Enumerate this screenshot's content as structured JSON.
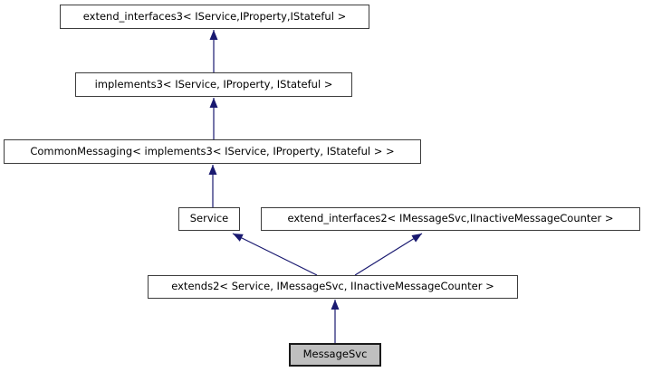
{
  "diagram": {
    "type": "inheritance-graph",
    "nodes": [
      {
        "id": "extend_interfaces3",
        "label": "extend_interfaces3< IService,IProperty,IStateful >",
        "highlighted": false
      },
      {
        "id": "implements3",
        "label": "implements3< IService, IProperty, IStateful >",
        "highlighted": false
      },
      {
        "id": "CommonMessaging",
        "label": "CommonMessaging< implements3< IService, IProperty, IStateful > >",
        "highlighted": false
      },
      {
        "id": "Service",
        "label": "Service",
        "highlighted": false
      },
      {
        "id": "extend_interfaces2",
        "label": "extend_interfaces2< IMessageSvc,IInactiveMessageCounter >",
        "highlighted": false
      },
      {
        "id": "extends2",
        "label": "extends2< Service, IMessageSvc, IInactiveMessageCounter >",
        "highlighted": false
      },
      {
        "id": "MessageSvc",
        "label": "MessageSvc",
        "highlighted": true
      }
    ],
    "edges": [
      {
        "from": "implements3",
        "to": "extend_interfaces3",
        "style": "solid"
      },
      {
        "from": "CommonMessaging",
        "to": "implements3",
        "style": "solid"
      },
      {
        "from": "Service",
        "to": "CommonMessaging",
        "style": "solid"
      },
      {
        "from": "extends2",
        "to": "Service",
        "style": "solid"
      },
      {
        "from": "extends2",
        "to": "extend_interfaces2",
        "style": "solid"
      },
      {
        "from": "MessageSvc",
        "to": "extends2",
        "style": "solid"
      }
    ],
    "colors": {
      "arrow": "#191970",
      "box_border": "#3c3c3c",
      "highlight_border": "#1a1a1a",
      "highlight_fill": "#bfbfbf",
      "background": "#ffffff",
      "text": "#000000"
    }
  }
}
